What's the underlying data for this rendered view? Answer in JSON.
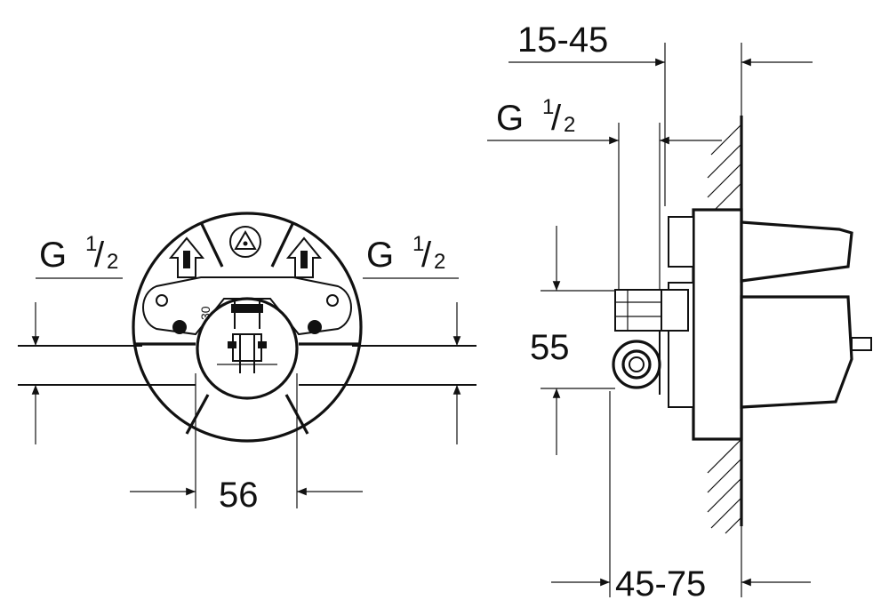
{
  "labels": {
    "front_left_thread": {
      "main": "G",
      "num": "1",
      "slash": "/",
      "den": "2"
    },
    "front_right_thread": {
      "main": "G",
      "num": "1",
      "slash": "/",
      "den": "2"
    },
    "front_width": "56",
    "front_small_dim": "30",
    "side_top_range": "15-45",
    "side_thread": {
      "main": "G",
      "num": "1",
      "slash": "/",
      "den": "2"
    },
    "side_height": "55",
    "side_bottom_range": "45-75"
  }
}
